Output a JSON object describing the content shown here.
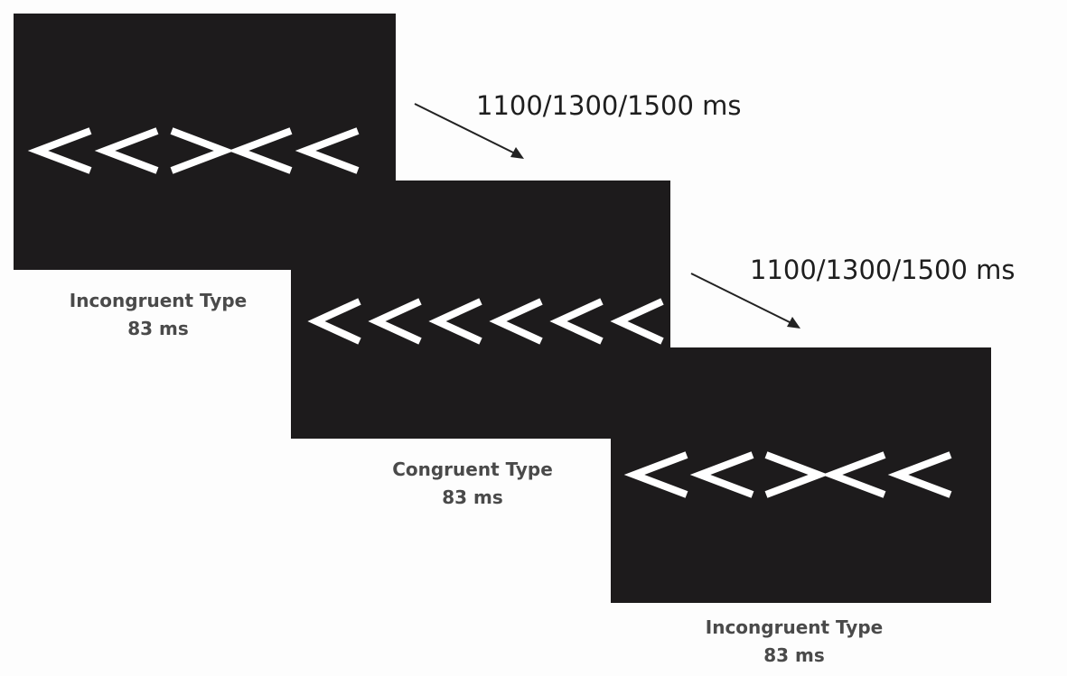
{
  "frames": [
    {
      "id": "frame-1",
      "stimulus": "<<><<",
      "caption_type": "Incongruent Type",
      "caption_duration": "83 ms"
    },
    {
      "id": "frame-2",
      "stimulus": "<<<<<<",
      "caption_type": "Congruent Type",
      "caption_duration": "83 ms"
    },
    {
      "id": "frame-3",
      "stimulus": "<<><<",
      "caption_type": "Incongruent Type",
      "caption_duration": "83 ms"
    }
  ],
  "intervals": [
    {
      "label": "1100/1300/1500 ms"
    },
    {
      "label": "1100/1300/1500 ms"
    }
  ],
  "colors": {
    "screen": "#1d1b1c",
    "stimulus": "#ffffff",
    "caption": "#4a4a4a",
    "interval_text": "#1e1e1e",
    "background": "#fdfdfd"
  }
}
